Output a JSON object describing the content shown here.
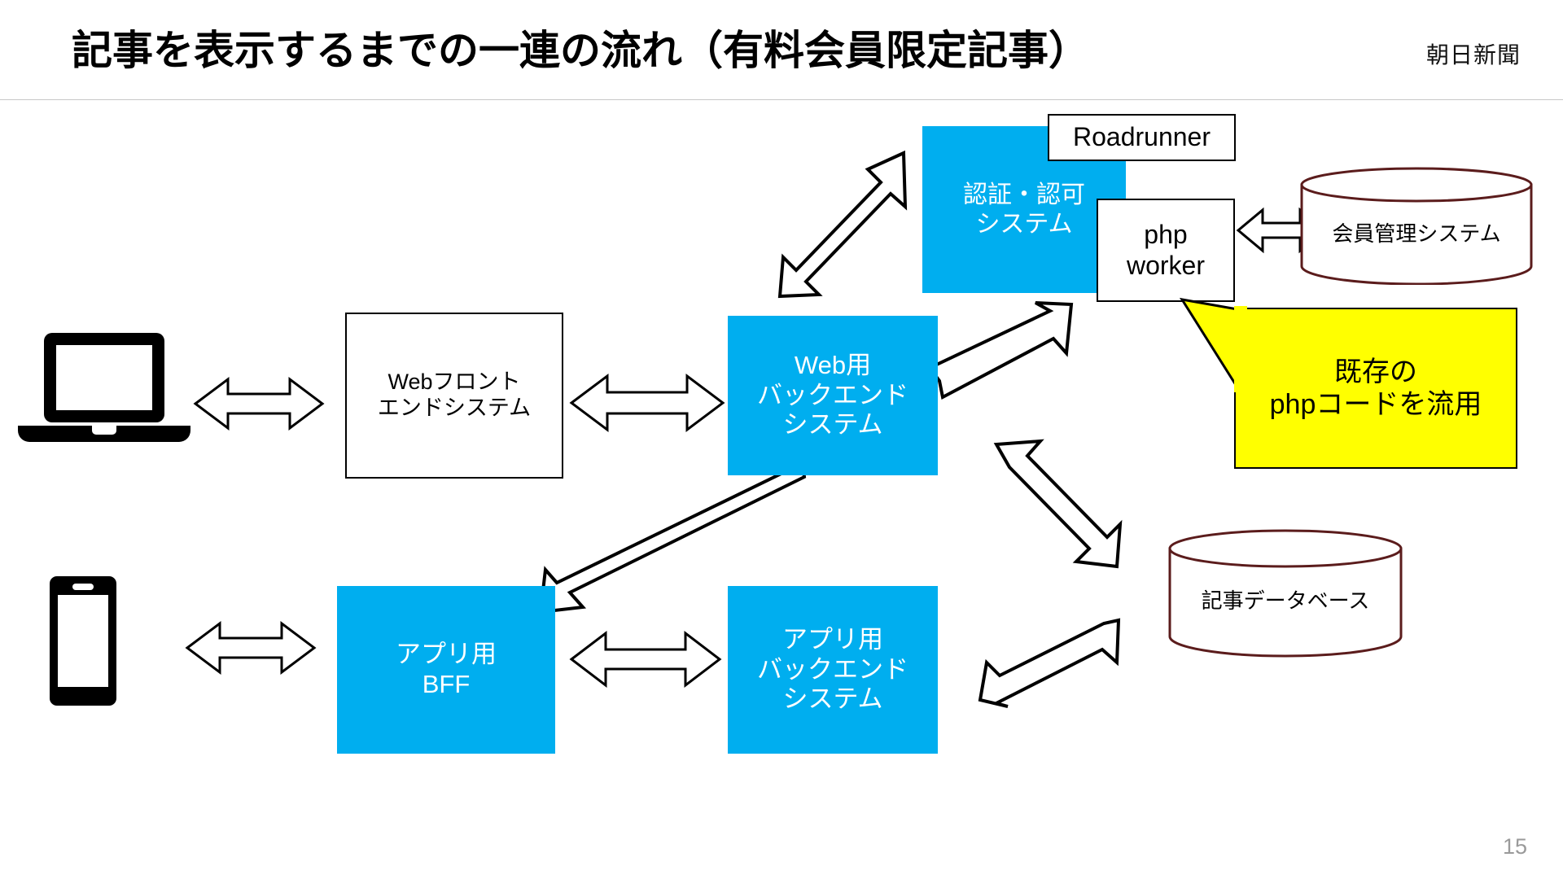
{
  "slide": {
    "title": "記事を表示するまでの一連の流れ（有料会員限定記事）",
    "brand": "朝日新聞",
    "page_number": "15"
  },
  "colors": {
    "accent_blue": "#00AEEF",
    "callout_yellow": "#FFFF00",
    "cylinder_outline": "#5B1C1C",
    "rule_gray": "#C8C8C8",
    "page_number_gray": "#9A9A9A"
  },
  "nodes": {
    "web_frontend": "Webフロント\nエンドシステム",
    "web_backend": "Web用\nバックエンド\nシステム",
    "app_bff": "アプリ用\nBFF",
    "app_backend": "アプリ用\nバックエンド\nシステム",
    "auth_system": "認証・認可\nシステム",
    "roadrunner": "Roadrunner",
    "php_worker": "php\nworker",
    "member_db": "会員管理システム",
    "article_db": "記事データベース",
    "callout_php": "既存の\nphpコードを流用"
  },
  "devices": {
    "laptop": "laptop-icon",
    "smartphone": "smartphone-icon"
  },
  "arrows": [
    {
      "name": "arrow-laptop-to-webfrontend",
      "direction": "bidirectional-horizontal"
    },
    {
      "name": "arrow-webfrontend-to-webbackend",
      "direction": "bidirectional-horizontal"
    },
    {
      "name": "arrow-webbackend-to-auth",
      "direction": "bidirectional-diagonal-up"
    },
    {
      "name": "arrow-webbackend-to-phpworker",
      "direction": "bidirectional-diagonal-up"
    },
    {
      "name": "arrow-webbackend-to-appbff",
      "direction": "bidirectional-diagonal-down"
    },
    {
      "name": "arrow-webbackend-to-articledb",
      "direction": "bidirectional-diagonal-down"
    },
    {
      "name": "arrow-phpworker-to-memberdb",
      "direction": "bidirectional-horizontal"
    },
    {
      "name": "arrow-smartphone-to-appbff",
      "direction": "bidirectional-horizontal"
    },
    {
      "name": "arrow-appbff-to-appbackend",
      "direction": "bidirectional-horizontal"
    },
    {
      "name": "arrow-appbackend-to-articledb",
      "direction": "bidirectional-diagonal-up"
    }
  ]
}
